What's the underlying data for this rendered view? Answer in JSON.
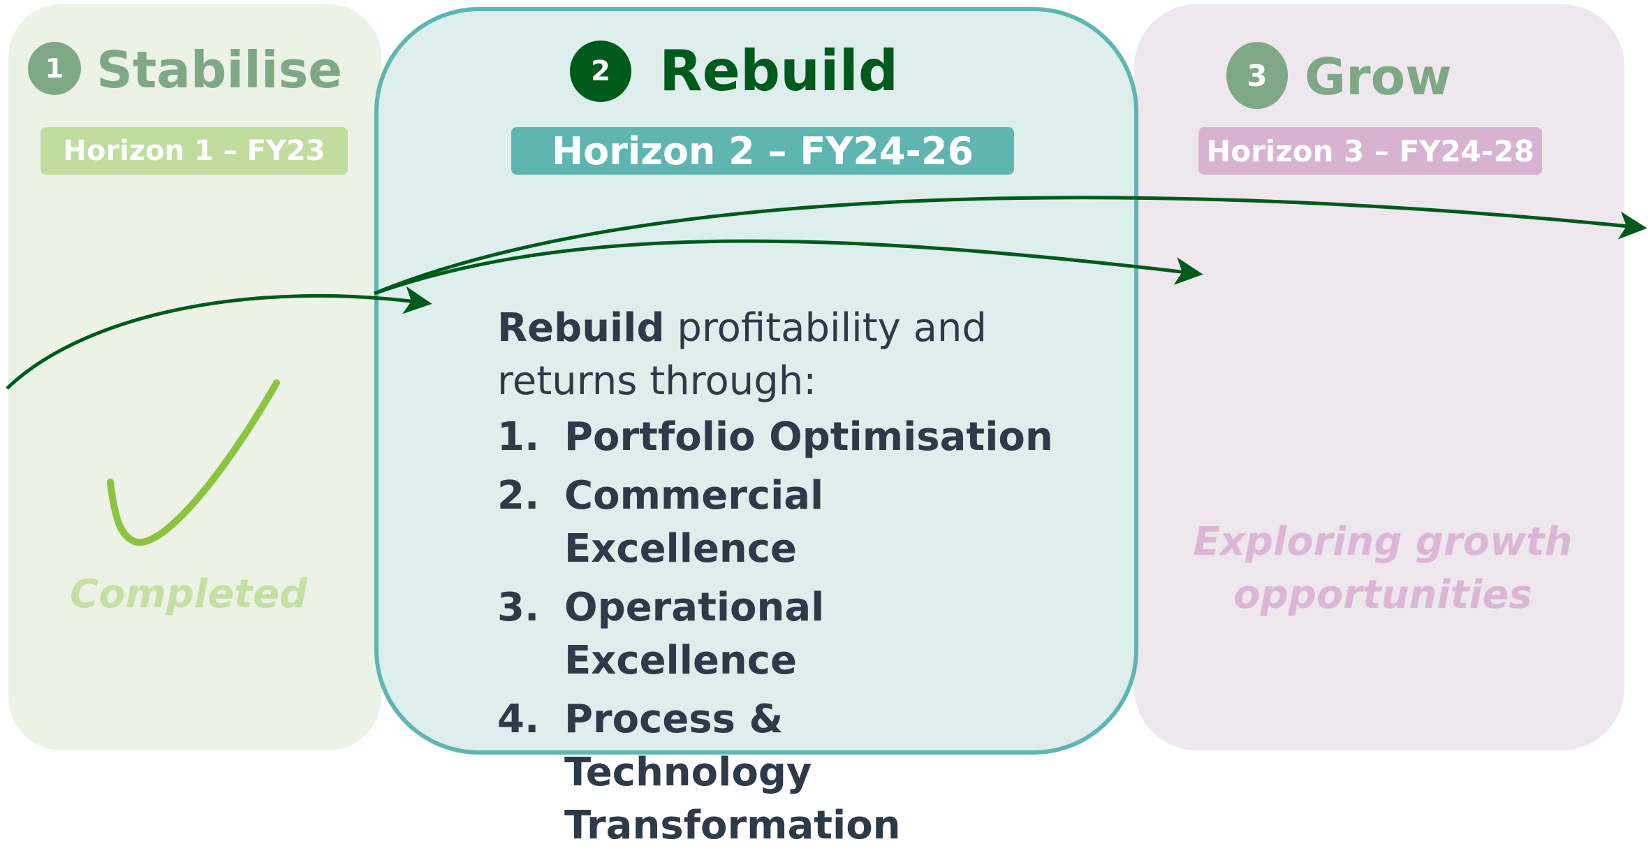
{
  "colors": {
    "stabilise_bg": "#edf2e6",
    "stabilise_accent": "#7fa886",
    "stabilise_horizon": "#c0dc9e",
    "stabilise_check": "#8cc43f",
    "completed_text": "#c6dfa3",
    "rebuild_bg": "#deeeed",
    "rebuild_border": "#5fb6b1",
    "rebuild_accent": "#005a1c",
    "rebuild_horizon": "#5fb6b1",
    "body_text": "#2e3a48",
    "grow_bg": "#efe7ee",
    "grow_accent": "#7fa886",
    "grow_horizon": "#d8b3d1",
    "growth_text": "#dcb7d5",
    "arrow": "#005a1c"
  },
  "stages": [
    {
      "number": "1",
      "title": "Stabilise",
      "horizon": "Horizon 1 – FY23",
      "status": "Completed",
      "status_icon": "checkmark-icon"
    },
    {
      "number": "2",
      "title": "Rebuild",
      "horizon": "Horizon 2 – FY24-26",
      "intro_bold": "Rebuild",
      "intro_rest": " profitability and returns through:",
      "pillars": [
        {
          "num": "1.",
          "text": "Portfolio Optimisation"
        },
        {
          "num": "2.",
          "text": "Commercial Excellence"
        },
        {
          "num": "3.",
          "text": "Operational Excellence"
        },
        {
          "num": "4.",
          "text": "Process & Technology Transformation"
        }
      ]
    },
    {
      "number": "3",
      "title": "Grow",
      "horizon": "Horizon 3 – FY24-28",
      "status": "Exploring growth opportunities"
    }
  ]
}
